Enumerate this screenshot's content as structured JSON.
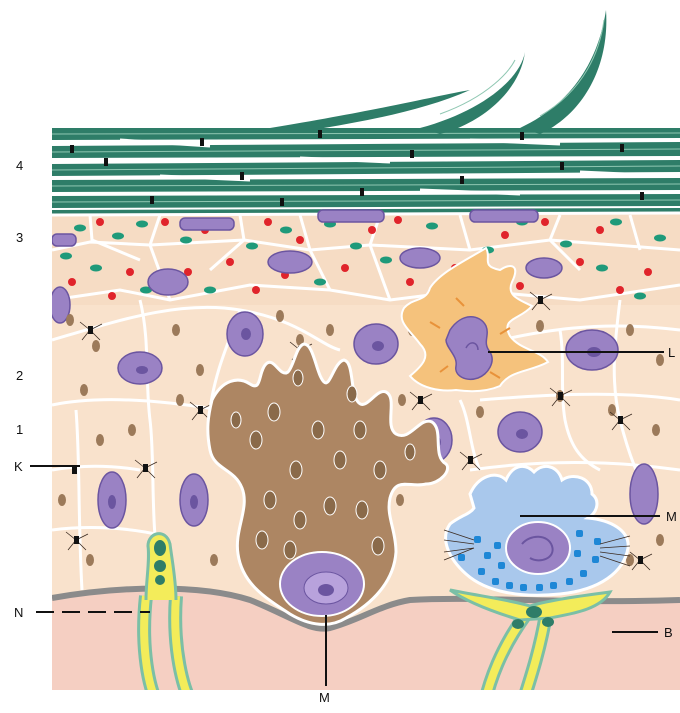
{
  "layer_labels": [
    "4",
    "3",
    "2",
    "1"
  ],
  "cell_labels": {
    "L": "L",
    "K": "K",
    "M_merkel": "M",
    "N": "N",
    "B": "B",
    "M_melanocyte": "M"
  },
  "colors": {
    "stratum_corneum": "#2e7d68",
    "corneum_light": "#8fc7b2",
    "granular_bg": "#f6dcc4",
    "spinous_bg": "#f9e2cc",
    "dermis": "#f5cfc2",
    "basement_membrane": "#8b8b8b",
    "nucleus": "#9a82c4",
    "nucleus_dark": "#6b55a0",
    "keratohyalin_red": "#e0242b",
    "lamellar_green": "#1f9a7a",
    "tonofilament_granules": "#9c7a5a",
    "melanocyte_body": "#ad8663",
    "langerhans_cell": "#f5c27c",
    "merkel_cell": "#a9c8ec",
    "merkel_granules": "#1e87d6",
    "nerve": "#f3ec5a",
    "schwann_sheath": "#7bbfa6"
  }
}
